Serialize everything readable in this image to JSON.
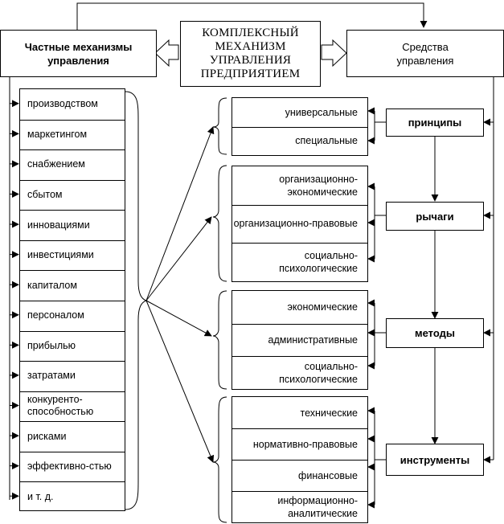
{
  "center": {
    "title": "КОМПЛЕКСНЫЙ МЕХАНИЗМ УПРАВЛЕНИЯ ПРЕДПРИЯТИЕМ"
  },
  "left_header": {
    "title": "Частные механизмы управления"
  },
  "right_header": {
    "title": "Средства управления"
  },
  "left_items": [
    "производством",
    "маркетингом",
    "снабжением",
    "сбытом",
    "инновациями",
    "инвестициями",
    "капиталом",
    "персоналом",
    "прибылью",
    "затратами",
    "конкуренто-способностью",
    "рисками",
    "эффективно-стью",
    "и т. д."
  ],
  "groups": [
    {
      "items": [
        "универсальные",
        "специальные"
      ]
    },
    {
      "items": [
        "организационно-экономические",
        "организационно-правовые",
        "социально-психологические"
      ]
    },
    {
      "items": [
        "экономические",
        "административные",
        "социально-психологические"
      ]
    },
    {
      "items": [
        "технические",
        "нормативно-правовые",
        "финансовые",
        "информационно-аналитические"
      ]
    }
  ],
  "means": [
    "принципы",
    "рычаги",
    "методы",
    "инструменты"
  ]
}
